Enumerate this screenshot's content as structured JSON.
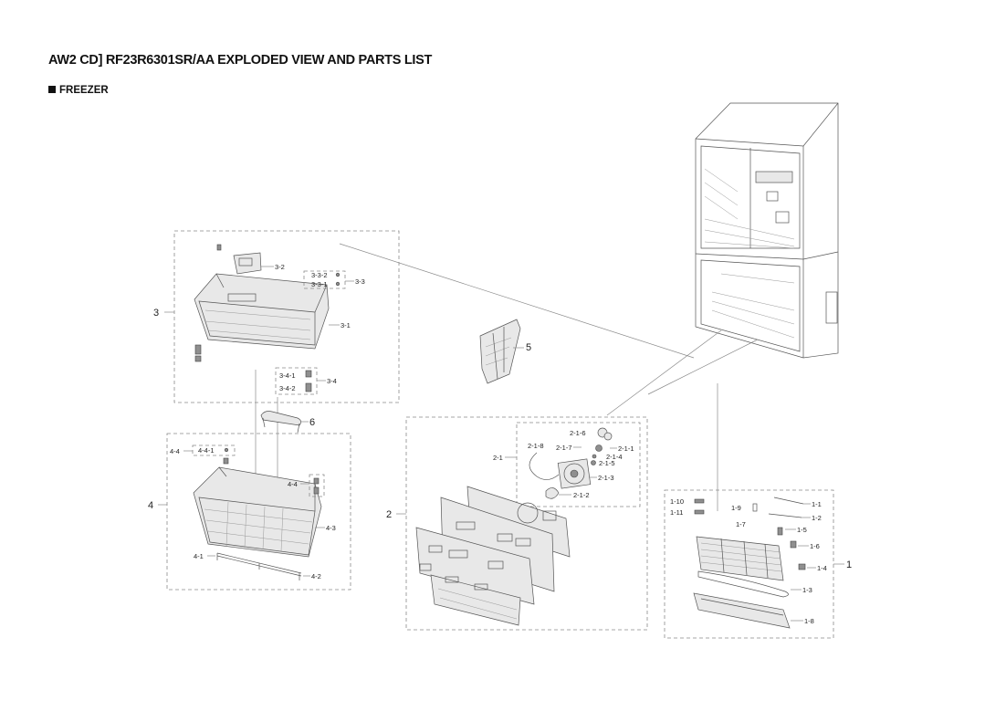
{
  "document": {
    "title": "AW2 CD] RF23R6301SR/AA EXPLODED VIEW AND PARTS LIST",
    "section": "FREEZER"
  },
  "groups": [
    {
      "id": "1",
      "label": "1"
    },
    {
      "id": "2",
      "label": "2"
    },
    {
      "id": "3",
      "label": "3"
    },
    {
      "id": "4",
      "label": "4"
    },
    {
      "id": "5",
      "label": "5"
    },
    {
      "id": "6",
      "label": "6"
    }
  ],
  "callouts": {
    "c1_1": "1-1",
    "c1_2": "1-2",
    "c1_3": "1-3",
    "c1_4": "1-4",
    "c1_5": "1-5",
    "c1_6": "1-6",
    "c1_7": "1-7",
    "c1_8": "1-8",
    "c1_9": "1-9",
    "c1_10": "1-10",
    "c1_11": "1-11",
    "c2_1": "2-1",
    "c2_1_1": "2-1-1",
    "c2_1_2": "2-1-2",
    "c2_1_3": "2-1-3",
    "c2_1_4": "2-1-4",
    "c2_1_5": "2-1-5",
    "c2_1_6": "2-1-6",
    "c2_1_7": "2-1-7",
    "c2_1_8": "2-1-8",
    "c3_1": "3-1",
    "c3_2": "3-2",
    "c3_3": "3-3",
    "c3_3_1": "3-3-1",
    "c3_3_2": "3-3-2",
    "c3_4": "3-4",
    "c3_4_1": "3-4-1",
    "c3_4_2": "3-4-2",
    "c4_1": "4-1",
    "c4_2": "4-2",
    "c4_3": "4-3",
    "c4_4a": "4-4",
    "c4_4b": "4-4",
    "c4_4_1": "4-4-1"
  }
}
